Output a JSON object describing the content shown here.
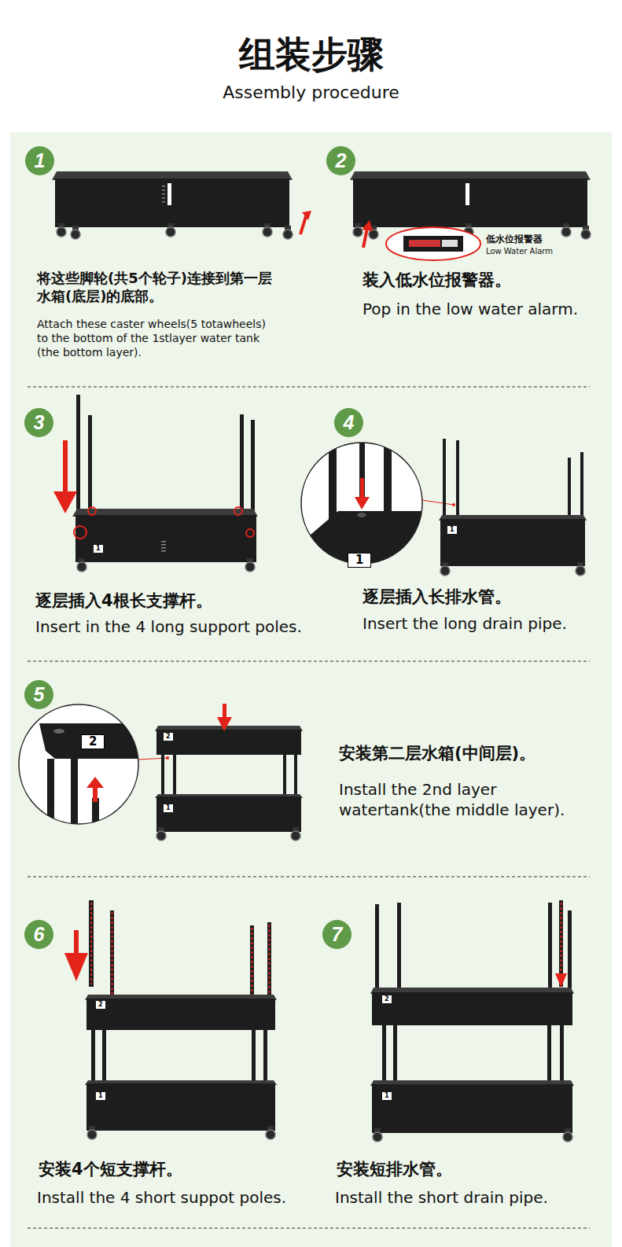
{
  "diagram": {
    "title": "组装步骤",
    "nodes": [
      {
        "text": [
          "1"
        ]
      },
      {
        "text": [
          "2"
        ]
      },
      {
        "text": [
          "3"
        ]
      },
      {
        "text": [
          "4"
        ]
      },
      {
        "text": [
          "5"
        ]
      },
      {
        "text": [
          "6"
        ]
      },
      {
        "text": [
          "7"
        ]
      }
    ],
    "labels": [
      "Assembly procedure",
      "将这些脚轮(共5个轮子)连接到第一层水箱(底层)的底部。",
      "Attach these caster wheels(5 totawheels) to the bottom of the 1stlayer water tank (the bottom layer).",
      "低水位报警器",
      "Low Water Alarm",
      "装入低水位报警器。",
      "Pop in the low water alarm.",
      "1",
      "逐层插入4根长支撑杆。",
      "Insert in the 4 long support poles.",
      "1",
      "1",
      "逐层插入长排水管。",
      "Insert the long drain pipe.",
      "2",
      "2",
      "1",
      "安装第二层水箱(中间层)。",
      "Install the 2nd layer watertank(the middle layer).",
      "2",
      "1",
      "安装4个短支撑杆。",
      "Install the 4 short suppot poles.",
      "2",
      "1",
      "安装短排水管。",
      "Install the short drain pipe."
    ]
  }
}
